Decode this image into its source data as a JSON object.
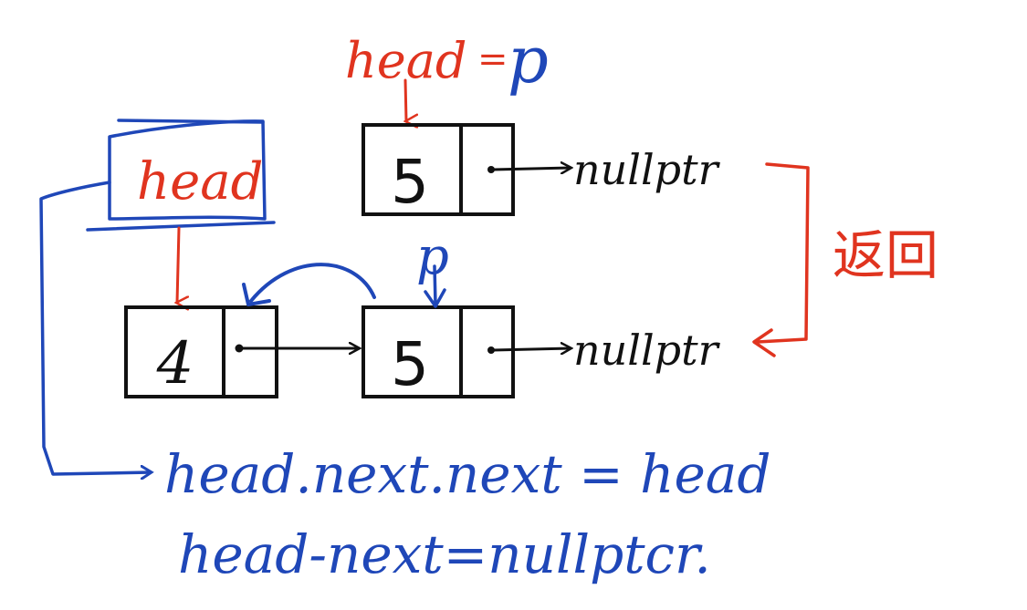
{
  "colors": {
    "ink": "#111111",
    "red": "#e0341f",
    "blue": "#1f47b8"
  },
  "labels": {
    "top_head": "head",
    "top_eq": "=",
    "top_p": "p",
    "boxed_head": "head",
    "p_mid": "p",
    "null_top": "nullptr",
    "null_bottom": "nullptr",
    "return_label": "返回"
  },
  "nodes": {
    "top_node_value": "5",
    "left_node_value": "4",
    "bottom_right_value": "5"
  },
  "statements": {
    "line1": "head.next.next = head",
    "line2": "head-next=nullptcr."
  }
}
